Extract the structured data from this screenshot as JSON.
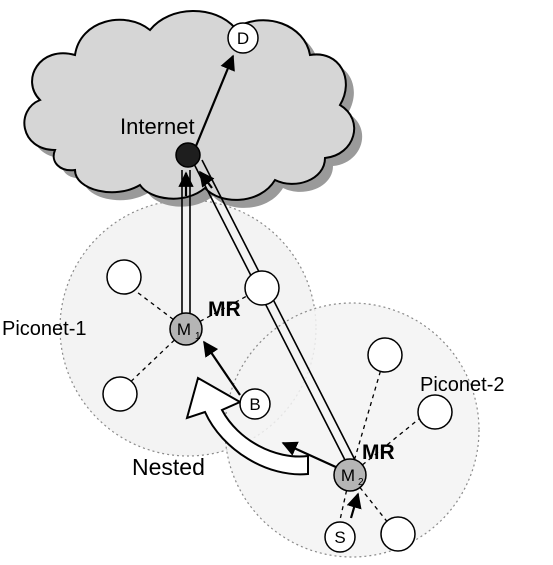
{
  "labels": {
    "internet": "Internet",
    "piconet1": "Piconet-1",
    "piconet2": "Piconet-2",
    "mr_top": "MR",
    "mr_bottom": "MR",
    "nested": "Nested"
  },
  "nodes": {
    "destination": "D",
    "mr1_main": "M",
    "mr1_sub": "1",
    "mr2_main": "M",
    "mr2_sub": "2",
    "bridge": "B",
    "source": "S"
  },
  "colors": {
    "cloud_fill": "#d6d6d6",
    "cloud_shadow": "#9a9a9a",
    "piconet_fill": "#f3f3f3",
    "mr_fill": "#b5b5b5",
    "router_fill": "#1e1e1e"
  }
}
